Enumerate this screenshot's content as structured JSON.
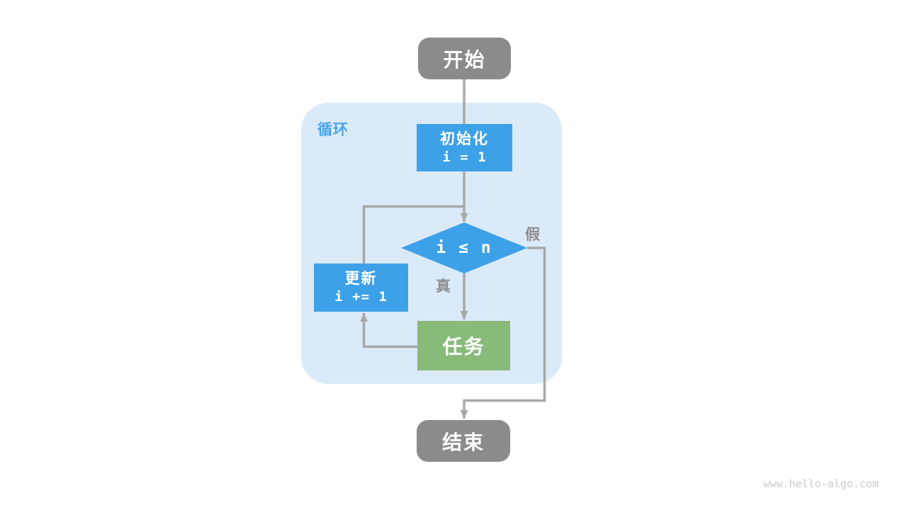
{
  "flowchart": {
    "loop_label": "循环",
    "nodes": {
      "start": {
        "label": "开始"
      },
      "init": {
        "line1": "初始化",
        "line2": "i = 1"
      },
      "condition": {
        "label": "i ≤ n"
      },
      "update": {
        "line1": "更新",
        "line2": "i += 1"
      },
      "task": {
        "label": "任务"
      },
      "end": {
        "label": "结束"
      }
    },
    "edge_labels": {
      "true_branch": "真",
      "false_branch": "假"
    }
  },
  "colors": {
    "node_gray": "#8B8B8B",
    "process_blue": "#3DA1E8",
    "task_green": "#88BB7A",
    "loop_bg": "#DBEAF9",
    "line_gray": "#A8A8A8",
    "branch_label_gray": "#8D8D8D",
    "loop_label_blue": "#47A5EA",
    "watermark_gray": "#CBCBCB"
  },
  "watermark": "www.hello-algo.com"
}
